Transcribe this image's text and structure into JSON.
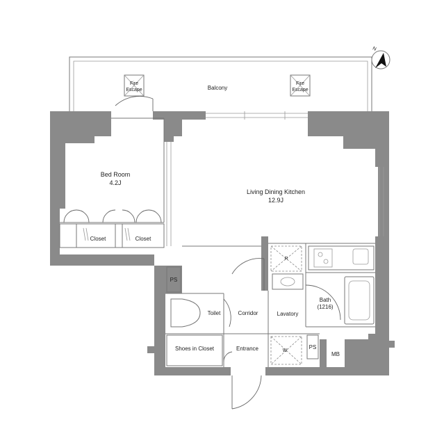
{
  "compass": {
    "label": "N"
  },
  "rooms": {
    "balcony": "Balcony",
    "fire_escape_1_line1": "Fire",
    "fire_escape_1_line2": "Escape",
    "fire_escape_2_line1": "Fire",
    "fire_escape_2_line2": "Escape",
    "bedroom_name": "Bed Room",
    "bedroom_size": "4.2J",
    "ldk_name": "Living Dining Kitchen",
    "ldk_size": "12.9J",
    "closet_1": "Closet",
    "closet_2": "Closet",
    "ps_1": "PS",
    "ps_2": "PS",
    "toilet": "Toilet",
    "corridor": "Corridor",
    "lavatory": "Lavatory",
    "bath_name": "Bath",
    "bath_size": "(1216)",
    "shoes_closet": "Shoes in Closet",
    "entrance": "Entrance",
    "mb": "MB",
    "refrigerator": "R",
    "washer": "W"
  }
}
